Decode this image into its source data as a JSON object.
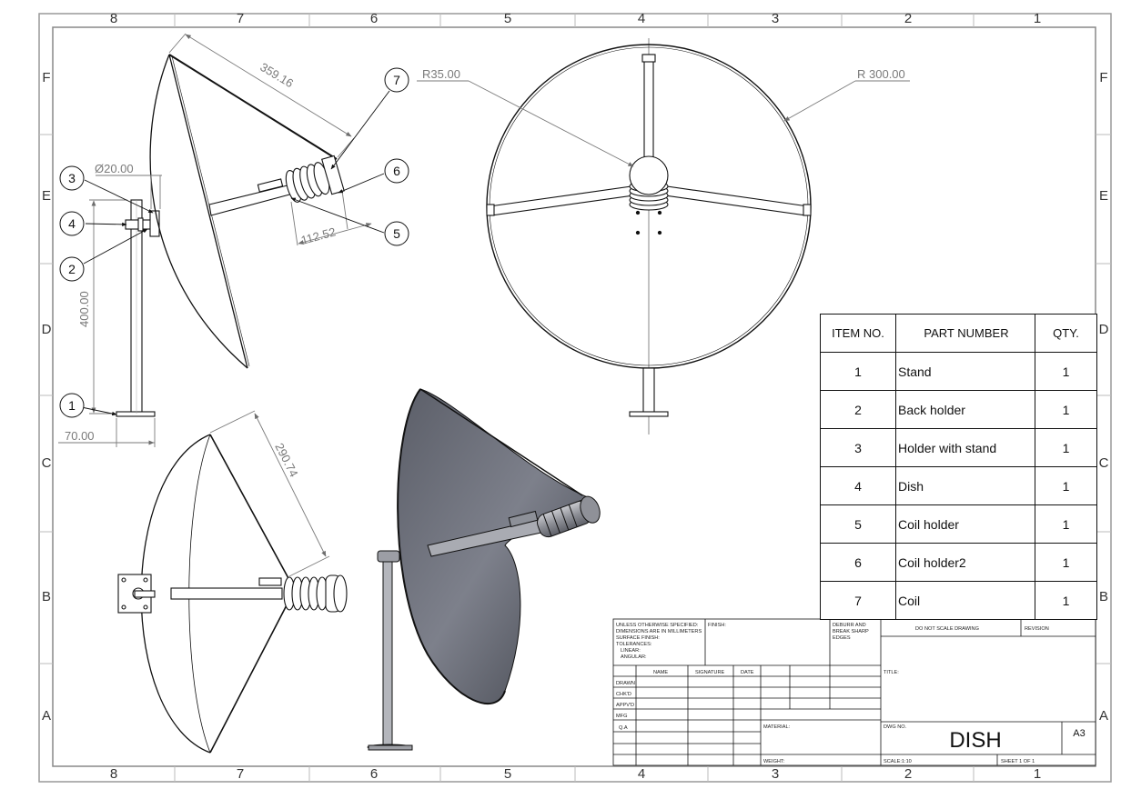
{
  "sheet": {
    "zone_columns": [
      "8",
      "7",
      "6",
      "5",
      "4",
      "3",
      "2",
      "1"
    ],
    "zone_rows": [
      "F",
      "E",
      "D",
      "C",
      "B",
      "A"
    ]
  },
  "dimensions": {
    "d_359": "359.16",
    "d_112": "112.52",
    "d_phi20": "Ø20.00",
    "d_400": "400.00",
    "d_70": "70.00",
    "d_290": "290.74",
    "r_35": "R35.00",
    "r_300": "R 300.00"
  },
  "balloons": [
    "1",
    "2",
    "3",
    "4",
    "5",
    "6",
    "7"
  ],
  "bom": {
    "headers": [
      "ITEM NO.",
      "PART NUMBER",
      "QTY."
    ],
    "rows": [
      {
        "item": "1",
        "part": "Stand",
        "qty": "1"
      },
      {
        "item": "2",
        "part": "Back holder",
        "qty": "1"
      },
      {
        "item": "3",
        "part": "Holder with stand",
        "qty": "1"
      },
      {
        "item": "4",
        "part": "Dish",
        "qty": "1"
      },
      {
        "item": "5",
        "part": "Coil holder",
        "qty": "1"
      },
      {
        "item": "6",
        "part": "Coil holder2",
        "qty": "1"
      },
      {
        "item": "7",
        "part": "Coil",
        "qty": "1"
      }
    ]
  },
  "title_block": {
    "unless": "UNLESS OTHERWISE SPECIFIED:",
    "dims_mm": "DIMENSIONS ARE IN MILLIMETERS",
    "surface": "SURFACE FINISH:",
    "tolerances": "TOLERANCES:",
    "linear": "LINEAR:",
    "angular": "ANGULAR:",
    "finish": "FINISH:",
    "deburr1": "DEBURR AND",
    "deburr2": "BREAK SHARP",
    "deburr3": "EDGES",
    "do_not_scale": "DO NOT SCALE DRAWING",
    "revision": "REVISION",
    "name": "NAME",
    "signature": "SIGNATURE",
    "date": "DATE",
    "title_label": "TITLE:",
    "drawn": "DRAWN",
    "chkd": "CHK'D",
    "appvd": "APPV'D",
    "mfg": "MFG",
    "qa": "Q.A",
    "material": "MATERIAL:",
    "dwg_no": "DWG NO.",
    "drawing_title": "DISH",
    "size": "A3",
    "weight": "WEIGHT:",
    "scale": "SCALE:1:10",
    "sheet": "SHEET 1 OF 1"
  }
}
